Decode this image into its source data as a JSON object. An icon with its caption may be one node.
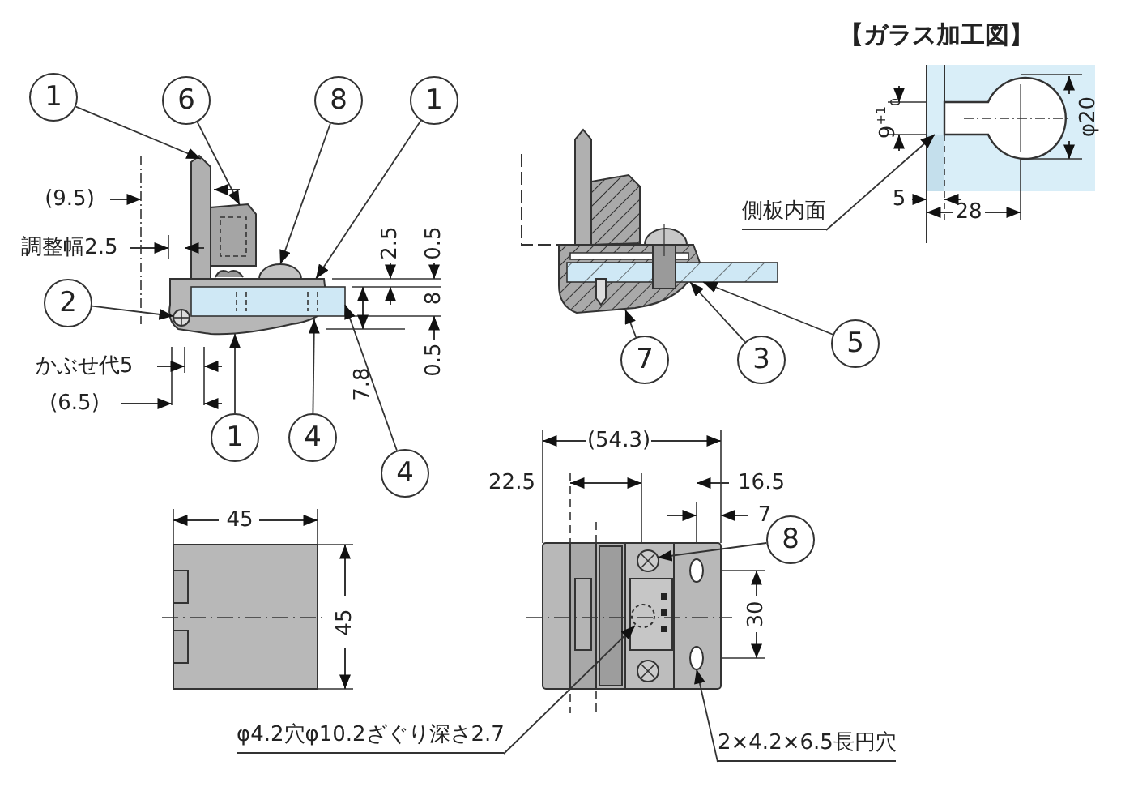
{
  "diagram": {
    "nodes": [
      {
        "text": [
          "1"
        ]
      },
      {
        "text": [
          "6"
        ]
      },
      {
        "text": [
          "8"
        ]
      },
      {
        "text": [
          "1"
        ]
      },
      {
        "text": [
          "2"
        ]
      },
      {
        "text": [
          "1"
        ]
      },
      {
        "text": [
          "4"
        ]
      },
      {
        "text": [
          "4"
        ]
      },
      {
        "text": [
          "7"
        ]
      },
      {
        "text": [
          "3"
        ]
      },
      {
        "text": [
          "5"
        ]
      },
      {
        "text": [
          "8"
        ]
      },
      {
        "text": [
          "側板内面"
        ]
      },
      {
        "text": [
          "φ4.2穴φ10.2ざぐり深さ2.7"
        ]
      },
      {
        "text": [
          "2×4.2×6.5長円穴"
        ]
      },
      {
        "text": [],
        "shape": "bar"
      },
      {
        "text": [],
        "shape": "picture"
      },
      {
        "text": [],
        "shape": "dome"
      },
      {
        "text": [],
        "shape": "picture"
      },
      {
        "text": [],
        "shape": "circle",
        "in": 18
      },
      {
        "text": [],
        "shape": "box"
      },
      {
        "text": [],
        "shape": "picture"
      },
      {
        "text": [],
        "shape": "box"
      },
      {
        "text": [],
        "shape": "circle"
      },
      {
        "text": [],
        "shape": "circle"
      },
      {
        "text": [],
        "shape": "circle"
      },
      {
        "text": [],
        "shape": "box"
      }
    ],
    "edges": [
      {
        "from": 0,
        "to": 15,
        "arrow": "to"
      },
      {
        "from": 1,
        "to": 16,
        "arrow": "to"
      },
      {
        "from": 2,
        "to": 17,
        "arrow": "to"
      },
      {
        "from": 3,
        "to": 18,
        "arrow": "to"
      },
      {
        "from": 4,
        "to": 19,
        "arrow": "to"
      },
      {
        "from": 5,
        "to": 18,
        "arrow": "to"
      },
      {
        "from": 6,
        "to": 18,
        "arrow": "to"
      },
      {
        "from": 7,
        "to": 20,
        "arrow": "to"
      },
      {
        "from": 8,
        "to": 21,
        "arrow": "to"
      },
      {
        "from": 9,
        "to": 21,
        "arrow": "to"
      },
      {
        "from": 10,
        "to": 22,
        "arrow": "to"
      },
      {
        "from": 11,
        "to": 23,
        "arrow": "to"
      },
      {
        "from": 12,
        "to": 26,
        "arrow": "to"
      },
      {
        "from": 13,
        "to": 24,
        "arrow": "to"
      },
      {
        "from": 14,
        "to": 25,
        "arrow": "to"
      }
    ],
    "labels": [
      "【ガラス加工図】",
      "(9.5)",
      "調整幅2.5",
      "かぶせ代5",
      "(6.5)",
      "2.5",
      "0.5",
      "8",
      "0.5",
      "7.8",
      "9$^{+1}$$_{0}$",
      "φ20",
      "5",
      "28",
      "45",
      "45",
      "(54.3)",
      "22.5",
      "16.5",
      "7",
      "30"
    ]
  }
}
